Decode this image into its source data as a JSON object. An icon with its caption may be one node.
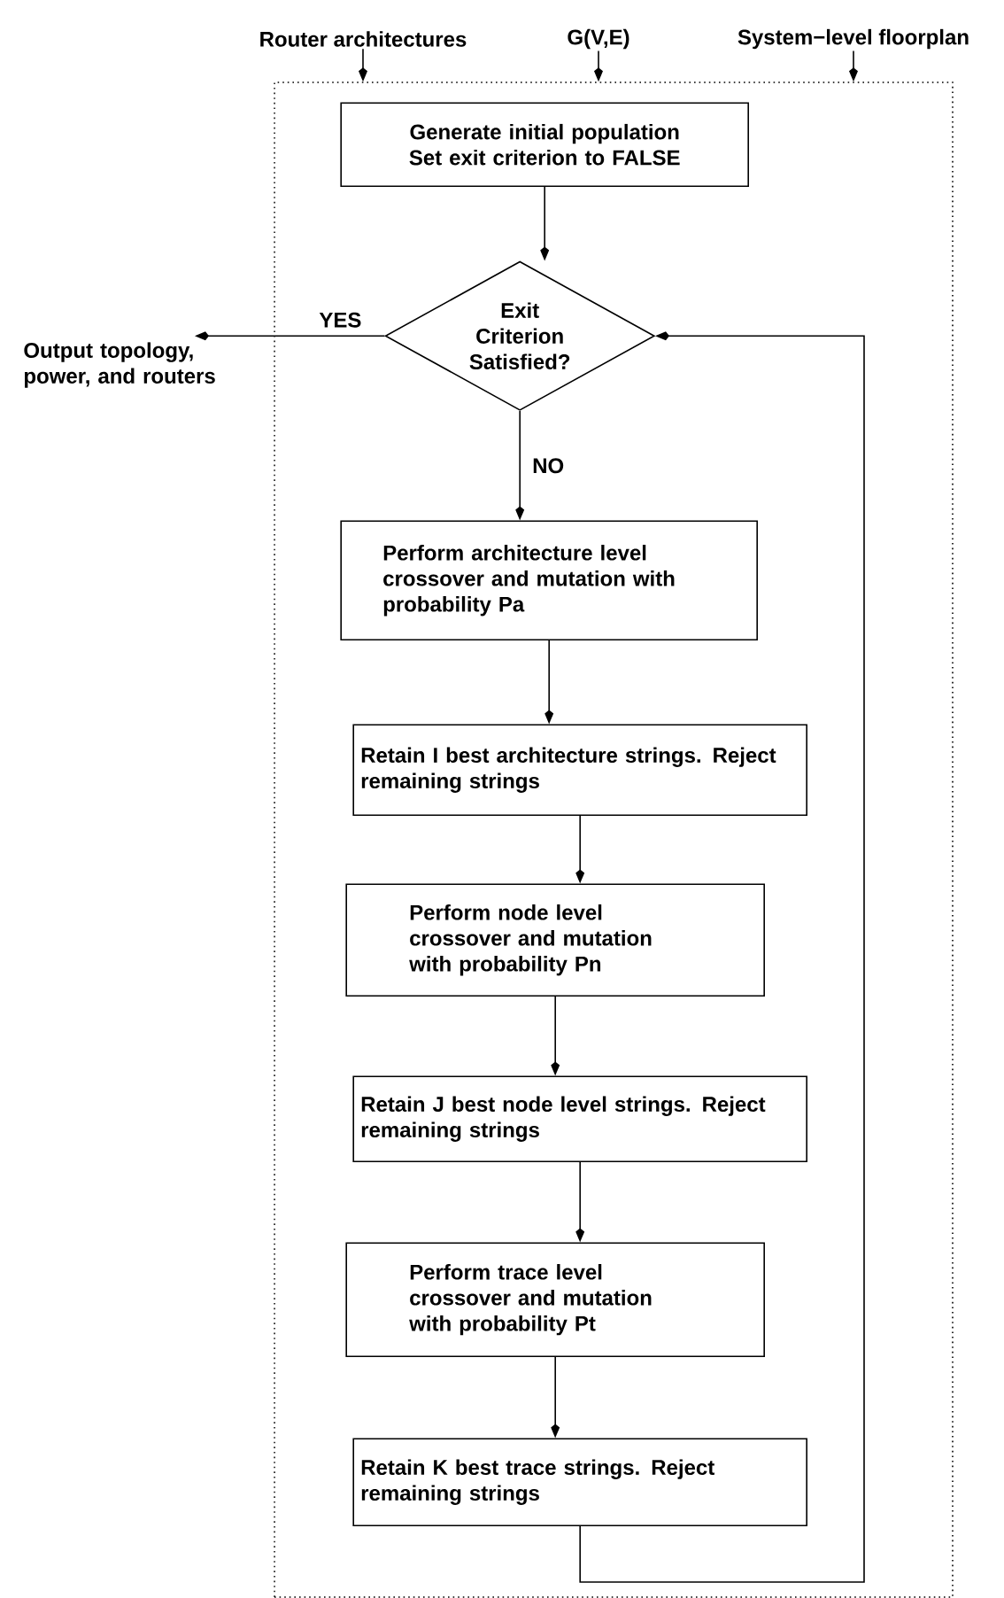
{
  "diagram": {
    "nodes": [
      {
        "text": [
          "Router architectures"
        ]
      },
      {
        "text": [
          "G(V,E)"
        ]
      },
      {
        "text": [
          "System−level floorplan"
        ]
      },
      {
        "text": [],
        "shape": "box"
      },
      {
        "text": [
          "Generate initial population",
          "Set exit criterion to FALSE"
        ],
        "in": 3
      },
      {
        "text": [
          "Exit Criterion Satisfied?"
        ],
        "in": 3
      },
      {
        "text": [
          "Output topology, power, and routers"
        ]
      },
      {
        "text": [
          "Perform architecture level crossover and mutation with probability Pa"
        ],
        "in": 3
      },
      {
        "text": [
          "Retain I best architecture strings. Reject remaining strings"
        ],
        "in": 3
      },
      {
        "text": [
          "Perform node level crossover and mutation with probability Pn"
        ],
        "in": 3
      },
      {
        "text": [
          "Retain J best node level strings. Reject remaining strings"
        ],
        "in": 3
      },
      {
        "text": [
          "Perform trace level crossover and mutation with probability Pt"
        ],
        "in": 3
      },
      {
        "text": [
          "Retain K best trace strings. Reject remaining strings"
        ],
        "in": 3
      }
    ],
    "edges": [
      {
        "from": 0,
        "to": 3,
        "arrow": "to"
      },
      {
        "from": 1,
        "to": 3,
        "arrow": "to"
      },
      {
        "from": 2,
        "to": 3,
        "arrow": "to"
      },
      {
        "from": 4,
        "to": 5,
        "arrow": "to"
      },
      {
        "from": 5,
        "to": 6,
        "arrow": "to",
        "label": "YES"
      },
      {
        "from": 5,
        "to": 7,
        "arrow": "to",
        "label": "NO"
      },
      {
        "from": 7,
        "to": 8,
        "arrow": "to"
      },
      {
        "from": 8,
        "to": 9,
        "arrow": "to"
      },
      {
        "from": 9,
        "to": 10,
        "arrow": "to"
      },
      {
        "from": 10,
        "to": 11,
        "arrow": "to"
      },
      {
        "from": 11,
        "to": 12,
        "arrow": "to"
      },
      {
        "from": 12,
        "to": 5,
        "arrow": "to"
      }
    ]
  }
}
